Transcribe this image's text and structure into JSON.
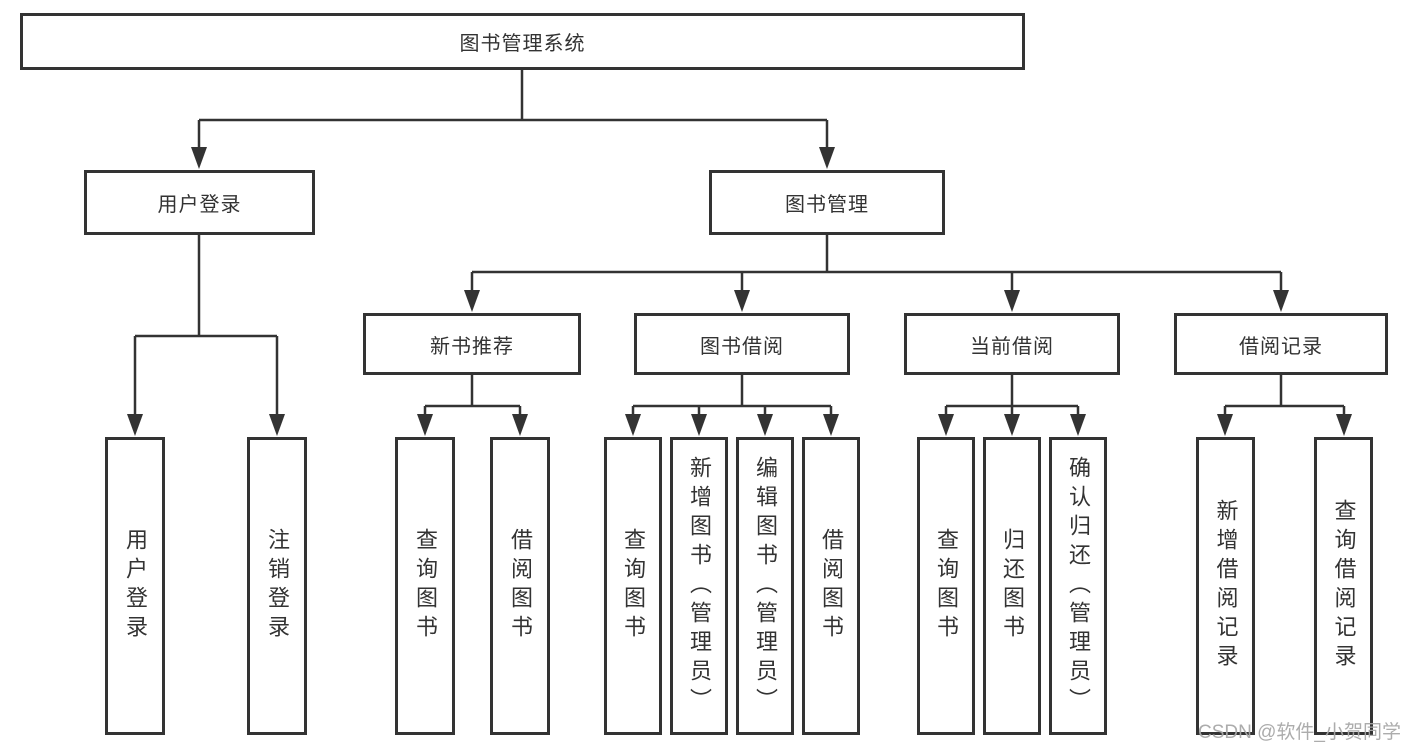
{
  "diagram_type": "tree-structure-chart",
  "colors": {
    "line": "#333333",
    "border": "#333333",
    "text": "#333333",
    "watermark": "#a8a8a8",
    "background": "#ffffff"
  },
  "tree": {
    "label": "图书管理系统",
    "children": [
      {
        "label": "用户登录",
        "children": [
          {
            "label": "用户登录"
          },
          {
            "label": "注销登录"
          }
        ]
      },
      {
        "label": "图书管理",
        "children": [
          {
            "label": "新书推荐",
            "children": [
              {
                "label": "查询图书"
              },
              {
                "label": "借阅图书"
              }
            ]
          },
          {
            "label": "图书借阅",
            "children": [
              {
                "label": "查询图书"
              },
              {
                "label": "新增图书（管理员）"
              },
              {
                "label": "编辑图书（管理员）"
              },
              {
                "label": "借阅图书"
              }
            ]
          },
          {
            "label": "当前借阅",
            "children": [
              {
                "label": "查询图书"
              },
              {
                "label": "归还图书"
              },
              {
                "label": "确认归还（管理员）"
              }
            ]
          },
          {
            "label": "借阅记录",
            "children": [
              {
                "label": "新增借阅记录"
              },
              {
                "label": "查询借阅记录"
              }
            ]
          }
        ]
      }
    ]
  },
  "watermark": {
    "text": "CSDN @软件_小贺同学"
  }
}
